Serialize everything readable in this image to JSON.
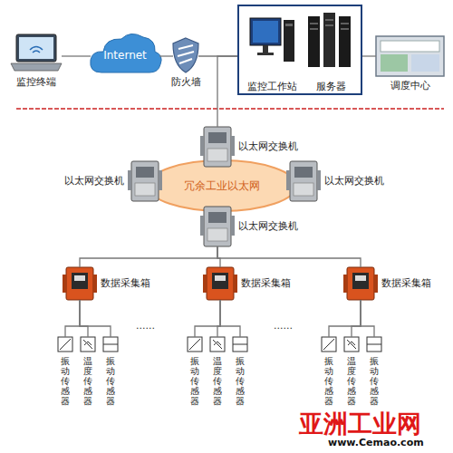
{
  "diagram": {
    "nodes": [
      {
        "text": [
          "监控终端"
        ]
      },
      {
        "text": [
          "Internet"
        ]
      },
      {
        "text": [
          "防火墙"
        ]
      },
      {
        "text": [
          "监控工作站",
          "服务器"
        ]
      },
      {
        "text": [
          "调度中心"
        ]
      },
      {
        "text": [
          "以太网交换机"
        ]
      },
      {
        "text": [
          "以太网交换机"
        ]
      },
      {
        "text": [
          "以太网交换机"
        ]
      },
      {
        "text": [
          "以太网交换机"
        ]
      },
      {
        "text": [
          "冗余工业以太网"
        ]
      },
      {
        "text": [
          "数据采集箱"
        ]
      },
      {
        "text": [
          "数据采集箱"
        ]
      },
      {
        "text": [
          "数据采集箱"
        ]
      },
      {
        "text": [
          "振动传感器"
        ]
      },
      {
        "text": [
          "温度传感器"
        ]
      },
      {
        "text": [
          "振动传感器"
        ]
      },
      {
        "text": [
          "振动传感器"
        ]
      },
      {
        "text": [
          "温度传感器"
        ]
      },
      {
        "text": [
          "振动传感器"
        ]
      },
      {
        "text": [
          "振动传感器"
        ]
      },
      {
        "text": [
          "温度传感器"
        ]
      },
      {
        "text": [
          "振动传感器"
        ]
      }
    ],
    "edges": [
      {
        "from": 0,
        "to": 1,
        "arrow": "none"
      },
      {
        "from": 1,
        "to": 2,
        "arrow": "none"
      },
      {
        "from": 2,
        "to": 3,
        "arrow": "none"
      },
      {
        "from": 3,
        "to": 4,
        "arrow": "none"
      },
      {
        "from": 3,
        "to": 5,
        "arrow": "none"
      },
      {
        "from": 8,
        "to": 10,
        "arrow": "none"
      },
      {
        "from": 8,
        "to": 11,
        "arrow": "none"
      },
      {
        "from": 8,
        "to": 12,
        "arrow": "none"
      },
      {
        "from": 10,
        "to": 13,
        "arrow": "none"
      },
      {
        "from": 10,
        "to": 14,
        "arrow": "none"
      },
      {
        "from": 10,
        "to": 15,
        "arrow": "none"
      },
      {
        "from": 11,
        "to": 16,
        "arrow": "none"
      },
      {
        "from": 11,
        "to": 17,
        "arrow": "none"
      },
      {
        "from": 11,
        "to": 18,
        "arrow": "none"
      },
      {
        "from": 12,
        "to": 19,
        "arrow": "none"
      },
      {
        "from": 12,
        "to": 20,
        "arrow": "none"
      },
      {
        "from": 12,
        "to": 21,
        "arrow": "none"
      }
    ],
    "labels": [
      "......",
      "......",
      "亚洲工业网",
      "www.Cemao.com"
    ]
  }
}
